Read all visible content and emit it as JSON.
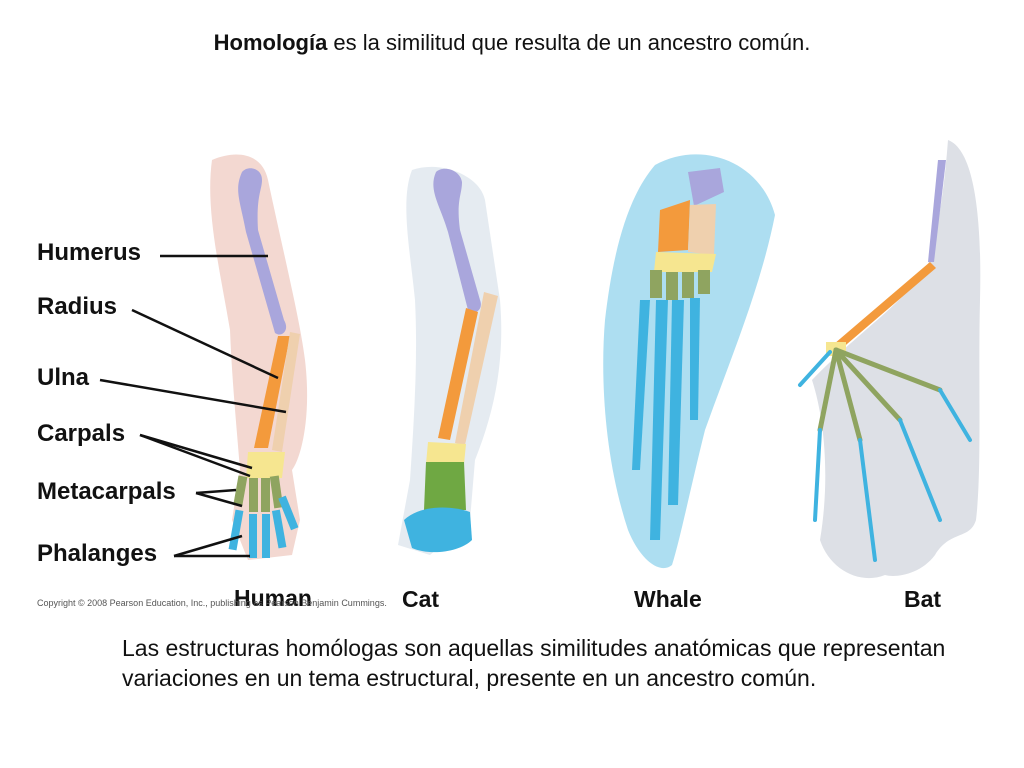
{
  "title": {
    "bold": "Homología",
    "rest": " es la similitud que resulta de un ancestro común."
  },
  "bone_labels": {
    "humerus": "Humerus",
    "radius": "Radius",
    "ulna": "Ulna",
    "carpals": "Carpals",
    "metacarpals": "Metacarpals",
    "phalanges": "Phalanges"
  },
  "limb_labels": {
    "human": "Human",
    "cat": "Cat",
    "whale": "Whale",
    "bat": "Bat"
  },
  "copyright": "Copyright © 2008 Pearson Education, Inc., publishing as Pearson Benjamin Cummings.",
  "caption": "Las estructuras homólogas son aquellas similitudes anatómicas que representan variaciones en un tema estructural, presente en un ancestro común.",
  "colors": {
    "humerus": "#a9a6dc",
    "radius": "#f39a3c",
    "ulna": "#efd0ae",
    "carpals": "#f6e690",
    "metacarpals": "#8fa460",
    "phalanges": "#3fb3e0"
  }
}
